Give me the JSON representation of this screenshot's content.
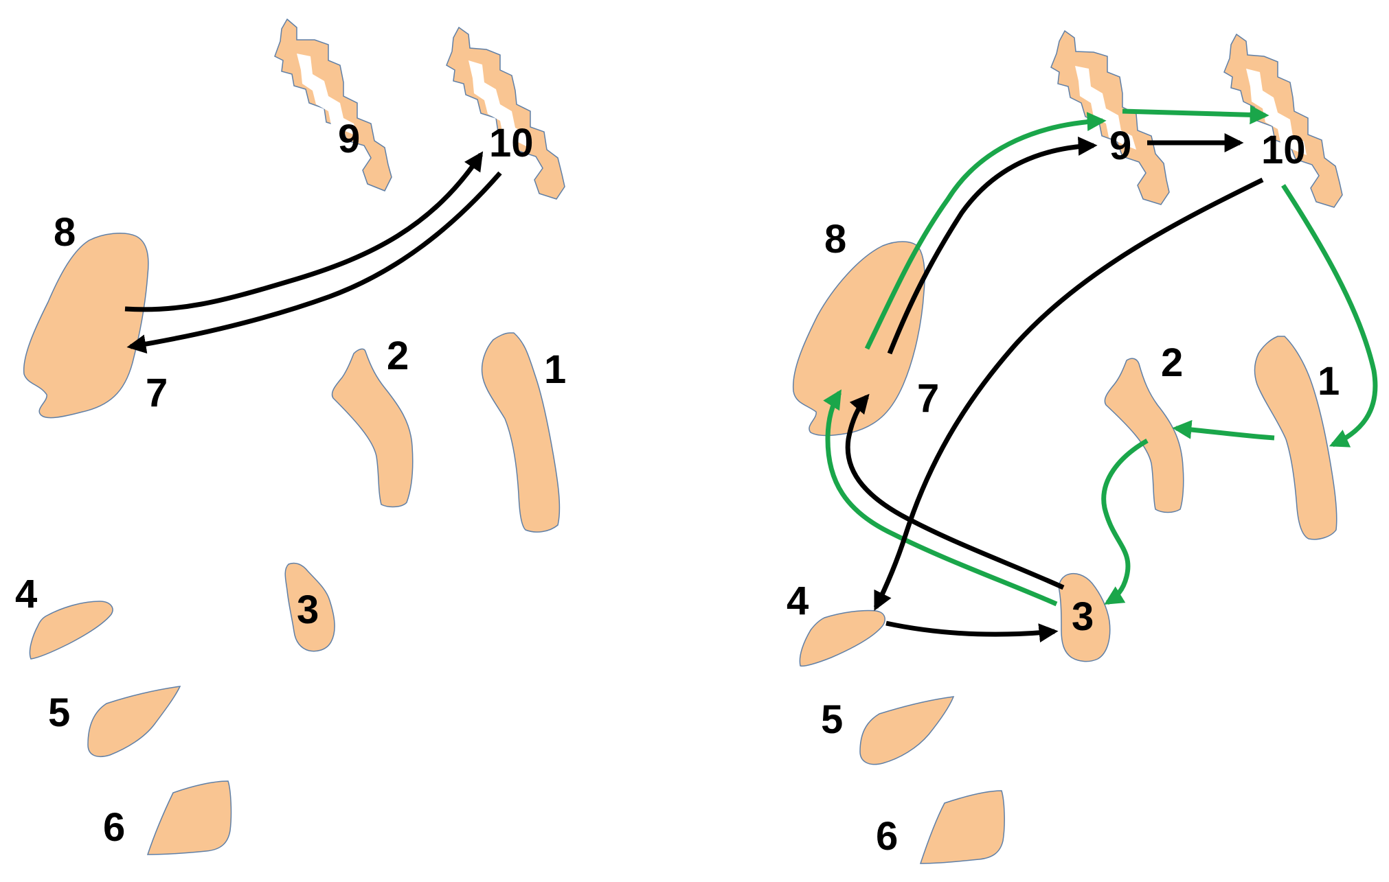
{
  "labels": {
    "n1": "1",
    "n2": "2",
    "n3": "3",
    "n4": "4",
    "n5": "5",
    "n6": "6",
    "n7": "7",
    "n8": "8",
    "n9": "9",
    "n10": "10"
  },
  "colors": {
    "region_fill": "#f9c592",
    "region_outline": "#5f7fa6",
    "arrow_black": "#000000",
    "arrow_green": "#1aa64a"
  }
}
